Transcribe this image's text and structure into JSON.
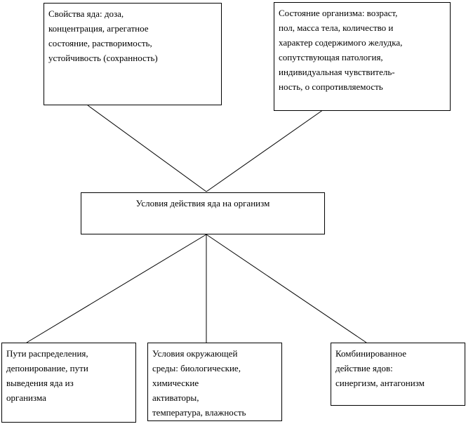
{
  "diagram": {
    "center": "Условия действия яда на организм",
    "poison_properties": "Свойства яда: доза,\nконцентрация, агрегатное\nсостояние, растворимость,\nустойчивость (сохранность)",
    "organism_state": "Состояние организма: возраст,\nпол, масса тела, количество и\nхарактер содержимого желудка,\nсопутствующая патология,\nиндивидуальная чувствитель-\nность, о сопротивляемость",
    "distribution_paths": "Пути распределения,\nдепонирование, пути\nвыведения яда из\nорганизма",
    "environment": "Условия окружающей\nсреды: биологические,\nхимические\nактиваторы,\nтемпература, влажность",
    "combined_action": "Комбинированное\nдействие ядов:\nсинергизм, антагонизм"
  }
}
